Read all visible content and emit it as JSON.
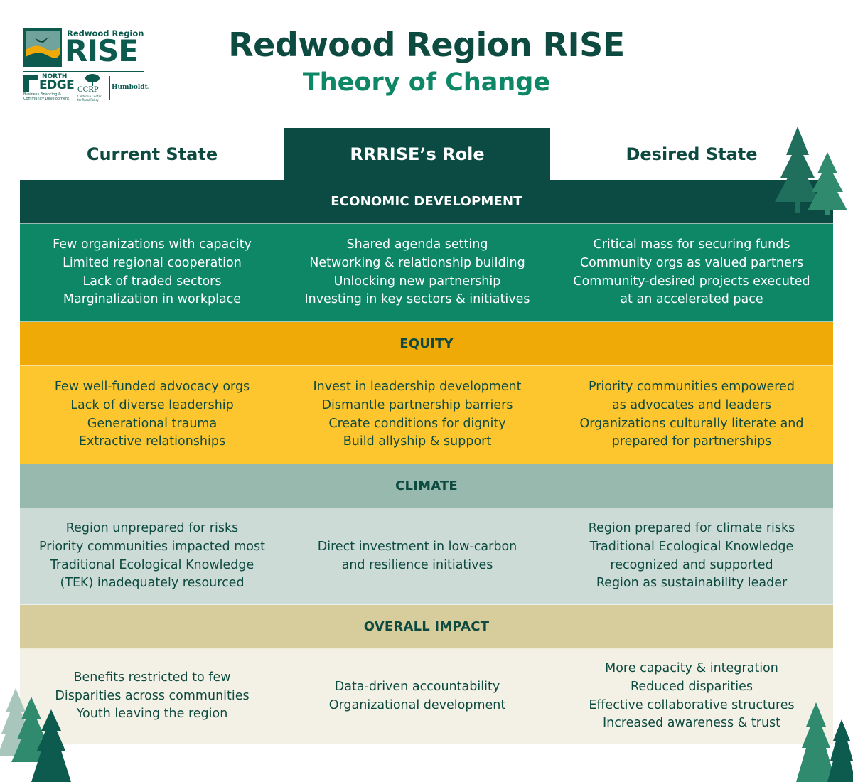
{
  "logo": {
    "region": "Redwood Region",
    "rise": "RISE",
    "north": "NORTH",
    "edge": "EDGE",
    "northedge_sub1": "Business Financing &",
    "northedge_sub2": "Community Development",
    "ccrp": "CCRP",
    "ccrp_sub1": "California Center",
    "ccrp_sub2": "for Rural Policy",
    "humboldt": "Humboldt."
  },
  "header": {
    "title": "Redwood Region RISE",
    "subtitle": "Theory of Change"
  },
  "columns": {
    "current": "Current State",
    "role": "RRRISE’s Role",
    "desired": "Desired State"
  },
  "sections": [
    {
      "heading": "ECONOMIC DEVELOPMENT",
      "current": [
        "Few organizations with capacity",
        "Limited regional cooperation",
        "Lack of traded sectors",
        "Marginalization in workplace"
      ],
      "role": [
        "Shared agenda setting",
        "Networking & relationship building",
        "Unlocking new partnership",
        "Investing in key sectors & initiatives"
      ],
      "desired": [
        "Critical mass for securing funds",
        "Community orgs as valued partners",
        "Community-desired projects executed",
        "at an accelerated pace"
      ]
    },
    {
      "heading": "EQUITY",
      "current": [
        "Few well-funded advocacy orgs",
        "Lack of diverse leadership",
        "Generational trauma",
        "Extractive relationships"
      ],
      "role": [
        "Invest in leadership development",
        "Dismantle partnership barriers",
        "Create conditions for dignity",
        "Build allyship & support"
      ],
      "desired": [
        "Priority communities empowered",
        "as advocates and leaders",
        "Organizations culturally literate and",
        "prepared for partnerships"
      ]
    },
    {
      "heading": "CLIMATE",
      "current": [
        "Region unprepared for risks",
        "Priority communities impacted most",
        "Traditional Ecological Knowledge",
        "(TEK) inadequately resourced"
      ],
      "role": [
        "Direct investment in low-carbon",
        "and resilience initiatives"
      ],
      "desired": [
        "Region prepared for climate risks",
        "Traditional Ecological Knowledge",
        "recognized and supported",
        "Region as sustainability leader"
      ]
    },
    {
      "heading": "OVERALL IMPACT",
      "current": [
        "Benefits restricted to few",
        "Disparities across communities",
        "Youth leaving the region"
      ],
      "role": [
        "Data-driven accountability",
        "Organizational development"
      ],
      "desired": [
        "More capacity & integration",
        "Reduced disparities",
        "Effective collaborative structures",
        "Increased awareness & trust"
      ]
    }
  ],
  "colors": {
    "dark_green": "#0b4b43",
    "green": "#0e8767",
    "gold_dark": "#f0aa07",
    "gold": "#fec62e",
    "sage_dark": "#98b9ad",
    "sage": "#cddbd6",
    "sand_dark": "#d6cc9c",
    "sand": "#f3f1e6"
  },
  "icons": {
    "logo_emblem": "bird-over-hills-icon",
    "trees": "pine-tree-icon"
  }
}
